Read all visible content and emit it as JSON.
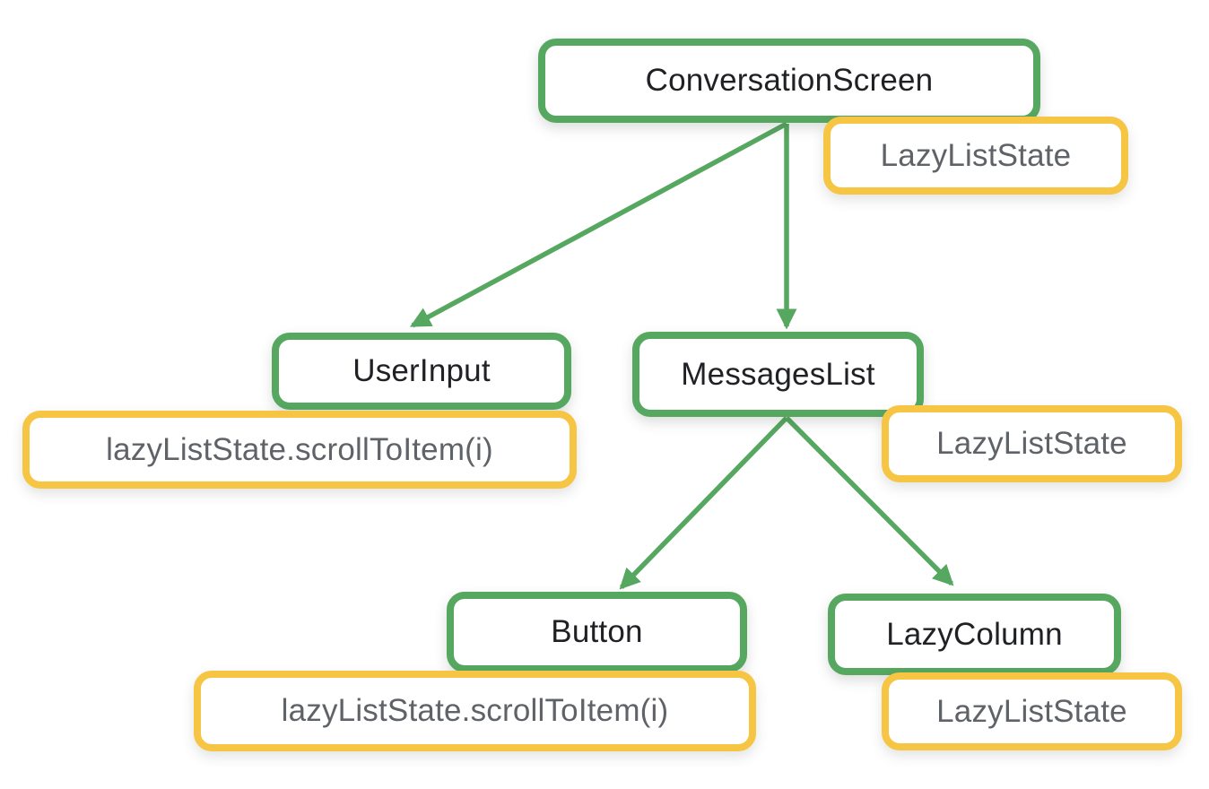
{
  "diagram": {
    "type": "tree",
    "colors": {
      "composable_border": "#56A75F",
      "state_border": "#F7C544",
      "composable_text": "#202124",
      "state_text": "#5F6368",
      "edge": "#56A75F",
      "background": "#FFFFFF"
    },
    "nodes": [
      {
        "id": "conversation-screen",
        "label": "ConversationScreen",
        "kind": "composable"
      },
      {
        "id": "user-input",
        "label": "UserInput",
        "kind": "composable"
      },
      {
        "id": "messages-list",
        "label": "MessagesList",
        "kind": "composable"
      },
      {
        "id": "button",
        "label": "Button",
        "kind": "composable"
      },
      {
        "id": "lazy-column",
        "label": "LazyColumn",
        "kind": "composable"
      }
    ],
    "state_badges": [
      {
        "id": "conversation-screen-state",
        "label": "LazyListState",
        "attached_to": "conversation-screen"
      },
      {
        "id": "user-input-call",
        "label": "lazyListState.scrollToItem(i)",
        "attached_to": "user-input"
      },
      {
        "id": "messages-list-state",
        "label": "LazyListState",
        "attached_to": "messages-list"
      },
      {
        "id": "button-call",
        "label": "lazyListState.scrollToItem(i)",
        "attached_to": "button"
      },
      {
        "id": "lazy-column-state",
        "label": "LazyListState",
        "attached_to": "lazy-column"
      }
    ],
    "edges": [
      {
        "from": "conversation-screen",
        "to": "user-input"
      },
      {
        "from": "conversation-screen",
        "to": "messages-list"
      },
      {
        "from": "messages-list",
        "to": "button"
      },
      {
        "from": "messages-list",
        "to": "lazy-column"
      }
    ]
  }
}
